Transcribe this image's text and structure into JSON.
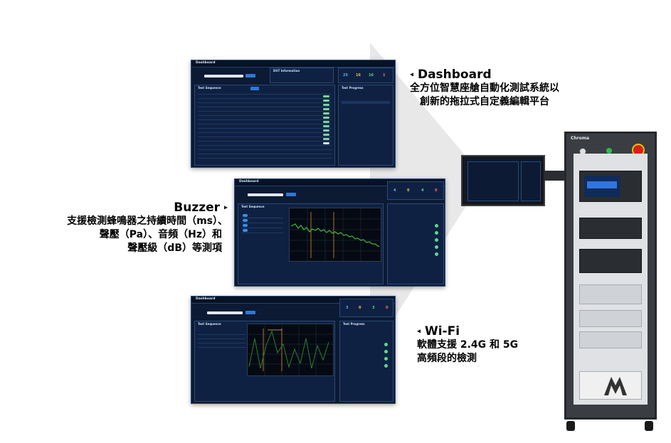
{
  "dashboard": {
    "caption_title": "Dashboard",
    "caption_line1": "全方位智慧座艙自動化測試系統以",
    "caption_line2": "創新的拖拉式自定義編輯平台",
    "window_title": "Dashboard",
    "sequence_title": "Test Sequence",
    "progress_title": "Test Progress",
    "dut_title": "DUT Information",
    "stats": [
      "25",
      "16",
      "16",
      "1"
    ]
  },
  "buzzer": {
    "caption_title": "Buzzer",
    "caption_line1": "支援檢測蜂鳴器之持續時間（ms）、",
    "caption_line2": "聲壓（Pa）、音頻（Hz）和",
    "caption_line3": "聲壓級（dB）等測項",
    "window_title": "Dashboard",
    "sequence_title": "Test Sequence",
    "stats": [
      "4",
      "0",
      "4",
      "0"
    ]
  },
  "wifi": {
    "caption_title": "Wi-Fi",
    "caption_line1": "軟體支援 2.4G 和 5G",
    "caption_line2": "高頻段的檢測",
    "window_title": "Dashboard",
    "sequence_title": "Test Sequence",
    "progress_title": "Test Progress",
    "stats": [
      "3",
      "0",
      "3",
      "0"
    ]
  },
  "equipment": {
    "brand": "Chroma"
  },
  "colors": {
    "panel_bg": "#0c1a33",
    "accent": "#3a8ee6",
    "pass": "#5fd68a",
    "plot_line": "#3fb83f"
  }
}
